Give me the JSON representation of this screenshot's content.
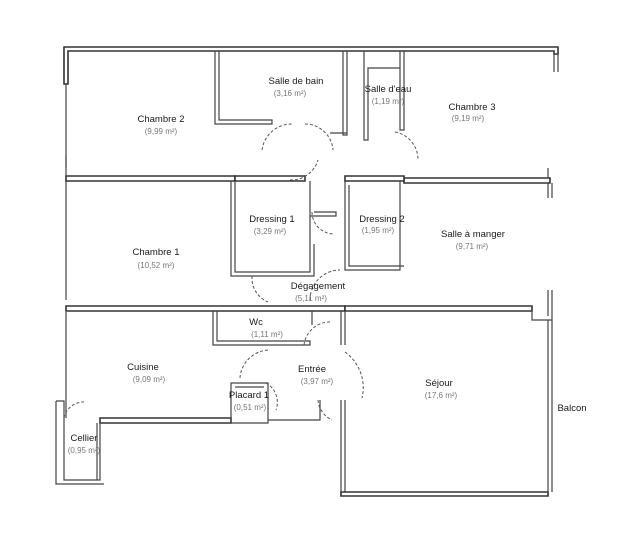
{
  "rooms": {
    "chambre2": {
      "name": "Chambre 2",
      "area": "(9,99 m²)"
    },
    "salle_de_bain": {
      "name": "Salle de bain",
      "area": "(3,16 m²)"
    },
    "salle_deau": {
      "name": "Salle d'eau",
      "area": "(1,19 m²)"
    },
    "chambre3": {
      "name": "Chambre 3",
      "area": "(9,19 m²)"
    },
    "chambre1": {
      "name": "Chambre 1",
      "area": "(10,52 m²)"
    },
    "dressing1": {
      "name": "Dressing 1",
      "area": "(3,29 m²)"
    },
    "dressing2": {
      "name": "Dressing 2",
      "area": "(1,95 m²)"
    },
    "salle_a_manger": {
      "name": "Salle à manger",
      "area": "(9,71 m²)"
    },
    "degagement": {
      "name": "Dégagement",
      "area": "(5,11 m²)"
    },
    "wc": {
      "name": "Wc",
      "area": "(1,11 m²)"
    },
    "cuisine": {
      "name": "Cuisine",
      "area": "(9,09 m²)"
    },
    "entree": {
      "name": "Entrée",
      "area": "(3,97 m²)"
    },
    "placard1": {
      "name": "Placard 1",
      "area": "(0,51 m²)"
    },
    "sejour": {
      "name": "Séjour",
      "area": "(17,6 m²)"
    },
    "balcon": {
      "name": "Balcon"
    },
    "cellier": {
      "name": "Cellier",
      "area": "(0,95 m²)"
    }
  }
}
